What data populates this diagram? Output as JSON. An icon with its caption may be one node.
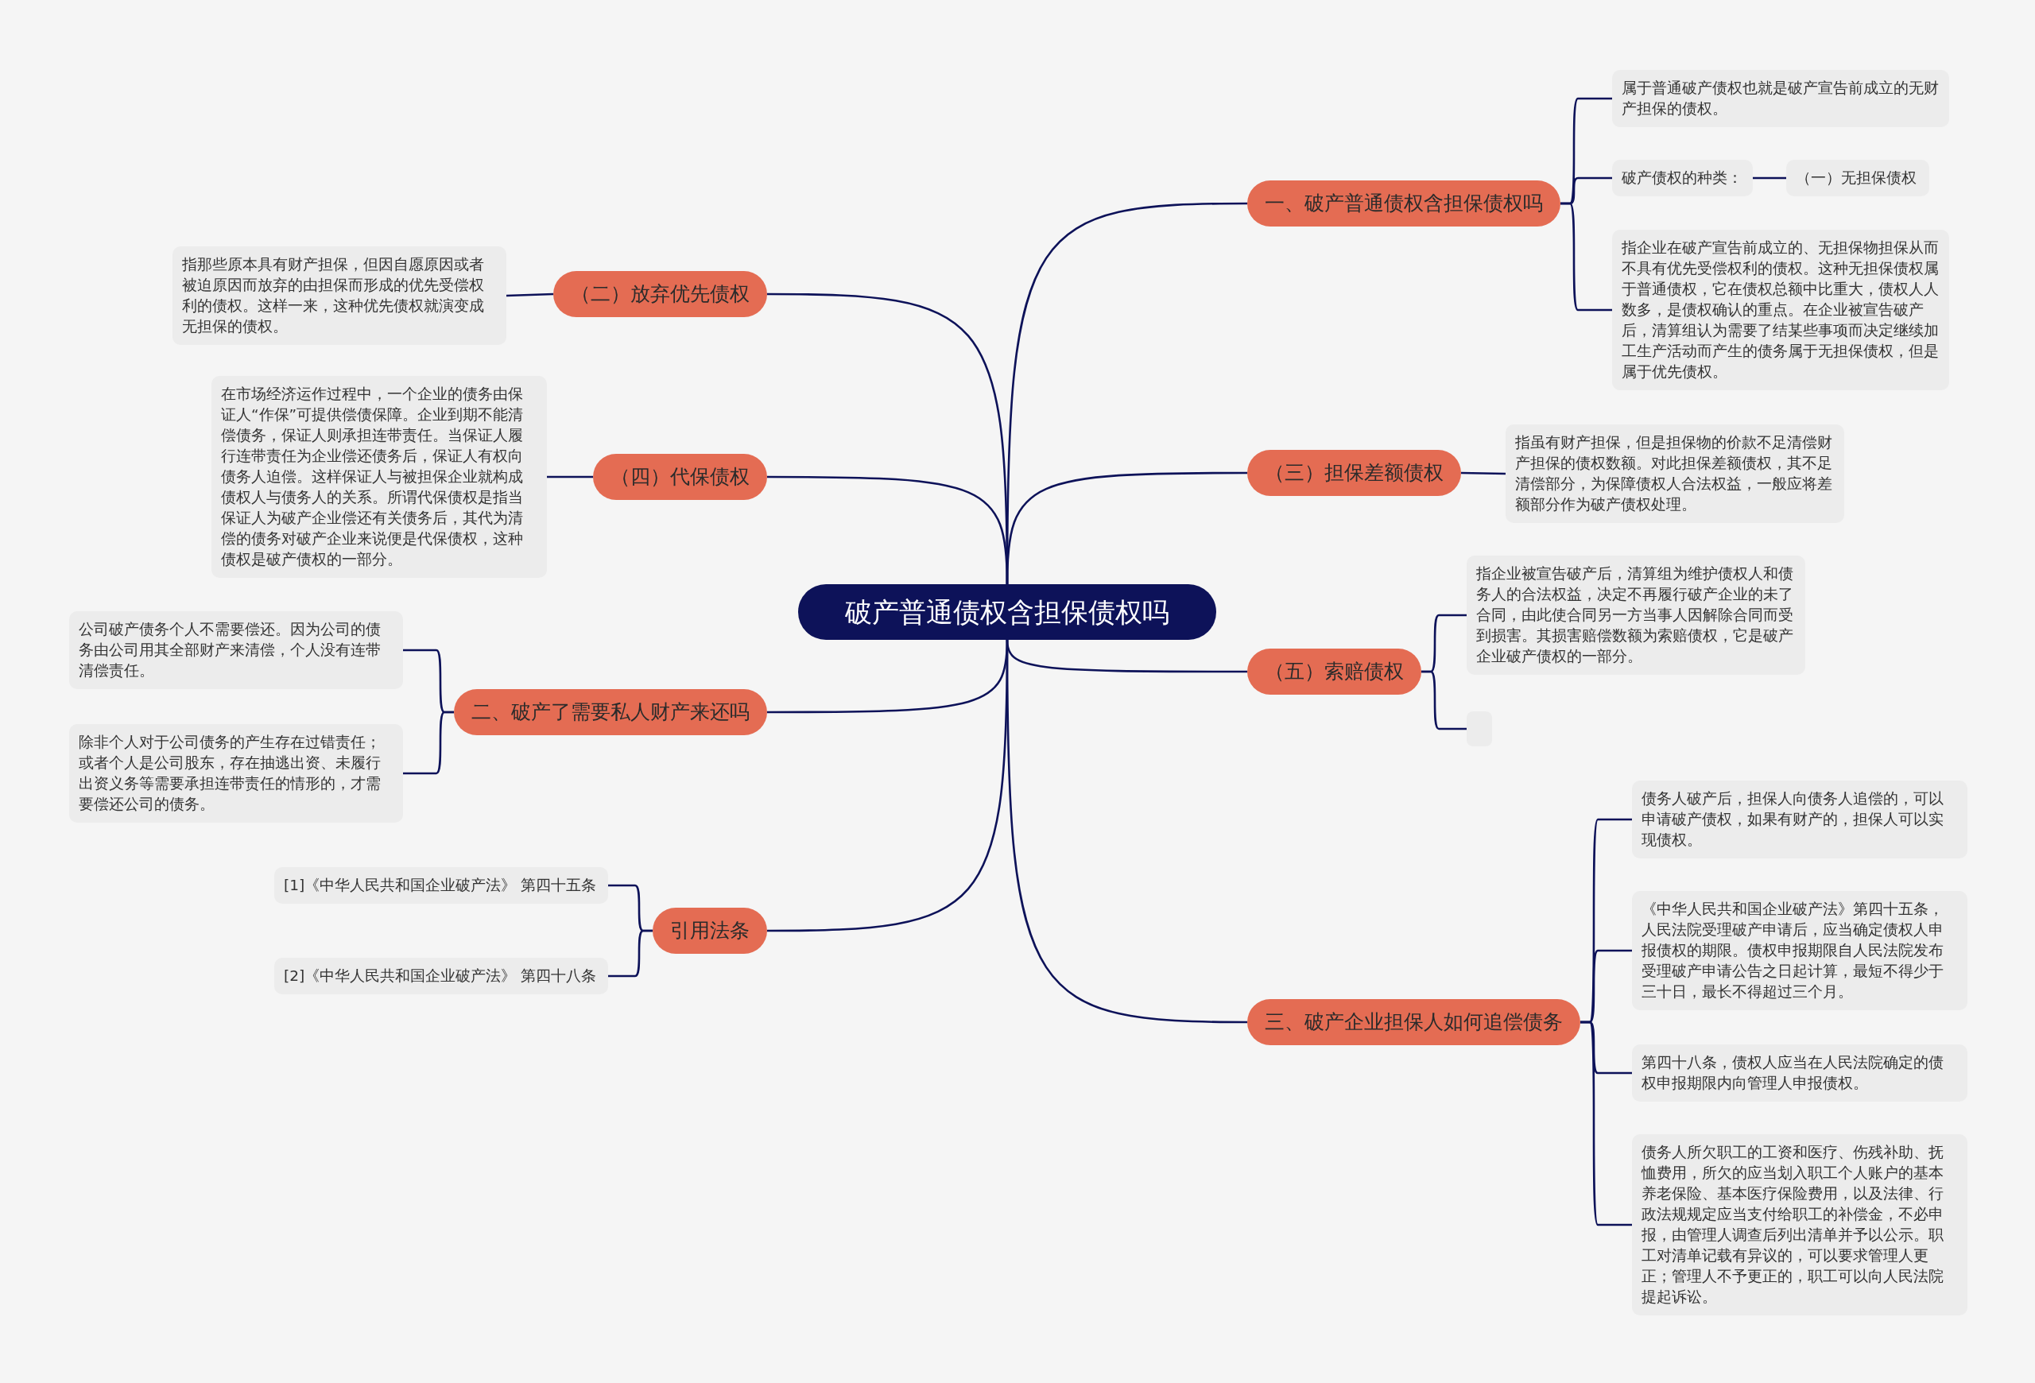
{
  "diagram": {
    "nodes": [
      {
        "text": [
          "破产普通债权含担保债权吗"
        ]
      },
      {
        "text": [
          "一、破产普通债权含担保债权吗"
        ]
      },
      {
        "text": [
          "属于普通破产债权也就是破产宣告前成立的无财产担保的债权。"
        ]
      },
      {
        "text": [
          "破产债权的种类："
        ]
      },
      {
        "text": [
          "（一）无担保债权"
        ]
      },
      {
        "text": [
          "指企业在破产宣告前成立的、无担保物担保从而不具有优先受偿权利的债权。这种无担保债权属于普通债权，它在债权总额中比重大，债权人人数多，是债权确认的重点。在企业被宣告破产后，清算组认为需要了结某些事项而决定继续加工生产活动而产生的债务属于无担保债权，但是属于优先债权。"
        ]
      },
      {
        "text": [
          "（三）担保差额债权"
        ]
      },
      {
        "text": [
          "指虽有财产担保，但是担保物的价款不足清偿财产担保的债权数额。对此担保差额债权，其不足清偿部分，为保障债权人合法权益，一般应将差额部分作为破产债权处理。"
        ]
      },
      {
        "text": [
          "（五）索赔债权"
        ]
      },
      {
        "text": [
          "指企业被宣告破产后，清算组为维护债权人和债务人的合法权益，决定不再履行破产企业的未了合同，由此使合同另一方当事人因解除合同而受到损害。其损害赔偿数额为索赔债权，它是破产企业破产债权的一部分。"
        ]
      },
      {
        "text": [],
        "shape": "box"
      },
      {
        "text": [
          "三、破产企业担保人如何追偿债务"
        ]
      },
      {
        "text": [
          "债务人破产后，担保人向债务人追偿的，可以申请破产债权，如果有财产的，担保人可以实现债权。"
        ]
      },
      {
        "text": [
          "《中华人民共和国企业破产法》第四十五条，人民法院受理破产申请后，应当确定债权人申报债权的期限。债权申报期限自人民法院发布受理破产申请公告之日起计算，最短不得少于三十日，最长不得超过三个月。"
        ]
      },
      {
        "text": [
          "第四十八条，债权人应当在人民法院确定的债权申报期限内向管理人申报债权。"
        ]
      },
      {
        "text": [
          "债务人所欠职工的工资和医疗、伤残补助、抚恤费用，所欠的应当划入职工个人账户的基本养老保险、基本医疗保险费用，以及法律、行政法规规定应当支付给职工的补偿金，不必申报，由管理人调查后列出清单并予以公示。职工对清单记载有异议的，可以要求管理人更正；管理人不予更正的，职工可以向人民法院提起诉讼。"
        ]
      },
      {
        "text": [
          "（二）放弃优先债权"
        ]
      },
      {
        "text": [
          "指那些原本具有财产担保，但因自愿原因或者被迫原因而放弃的由担保而形成的优先受偿权利的债权。这样一来，这种优先债权就演变成无担保的债权。"
        ]
      },
      {
        "text": [
          "（四）代保债权"
        ]
      },
      {
        "text": [
          "在市场经济运作过程中，一个企业的债务由保证人“作保”可提供偿债保障。企业到期不能清偿债务，保证人则承担连带责任。当保证人履行连带责任为企业偿还债务后，保证人有权向债务人迫偿。这样保证人与被担保企业就构成债权人与债务人的关系。所谓代保债权是指当保证人为破产企业偿还有关债务后，其代为清偿的债务对破产企业来说便是代保债权，这种债权是破产债权的一部分。"
        ]
      },
      {
        "text": [
          "二、破产了需要私人财产来还吗"
        ]
      },
      {
        "text": [
          "公司破产债务个人不需要偿还。因为公司的债务由公司用其全部财产来清偿，个人没有连带清偿责任。"
        ]
      },
      {
        "text": [
          "除非个人对于公司债务的产生存在过错责任；或者个人是公司股东，存在抽逃出资、未履行出资义务等需要承担连带责任的情形的，才需要偿还公司的债务。"
        ]
      },
      {
        "text": [
          "引用法条"
        ]
      },
      {
        "text": [
          "[1]《中华人民共和国企业破产法》 第四十五条"
        ]
      },
      {
        "text": [
          "[2]《中华人民共和国企业破产法》 第四十八条"
        ]
      }
    ],
    "edges": [
      {
        "from": 0,
        "to": 1,
        "arrow": "none"
      },
      {
        "from": 1,
        "to": 2,
        "arrow": "none"
      },
      {
        "from": 1,
        "to": 3,
        "arrow": "none"
      },
      {
        "from": 3,
        "to": 4,
        "arrow": "none"
      },
      {
        "from": 1,
        "to": 5,
        "arrow": "none"
      },
      {
        "from": 0,
        "to": 6,
        "arrow": "none"
      },
      {
        "from": 6,
        "to": 7,
        "arrow": "none"
      },
      {
        "from": 0,
        "to": 8,
        "arrow": "none"
      },
      {
        "from": 8,
        "to": 9,
        "arrow": "none"
      },
      {
        "from": 8,
        "to": 10,
        "arrow": "none"
      },
      {
        "from": 0,
        "to": 11,
        "arrow": "none"
      },
      {
        "from": 11,
        "to": 12,
        "arrow": "none"
      },
      {
        "from": 11,
        "to": 13,
        "arrow": "none"
      },
      {
        "from": 11,
        "to": 14,
        "arrow": "none"
      },
      {
        "from": 11,
        "to": 15,
        "arrow": "none"
      },
      {
        "from": 0,
        "to": 16,
        "arrow": "none"
      },
      {
        "from": 16,
        "to": 17,
        "arrow": "none"
      },
      {
        "from": 0,
        "to": 18,
        "arrow": "none"
      },
      {
        "from": 18,
        "to": 19,
        "arrow": "none"
      },
      {
        "from": 0,
        "to": 20,
        "arrow": "none"
      },
      {
        "from": 20,
        "to": 21,
        "arrow": "none"
      },
      {
        "from": 20,
        "to": 22,
        "arrow": "none"
      },
      {
        "from": 0,
        "to": 23,
        "arrow": "none"
      },
      {
        "from": 23,
        "to": 24,
        "arrow": "none"
      },
      {
        "from": 23,
        "to": 25,
        "arrow": "none"
      }
    ]
  }
}
